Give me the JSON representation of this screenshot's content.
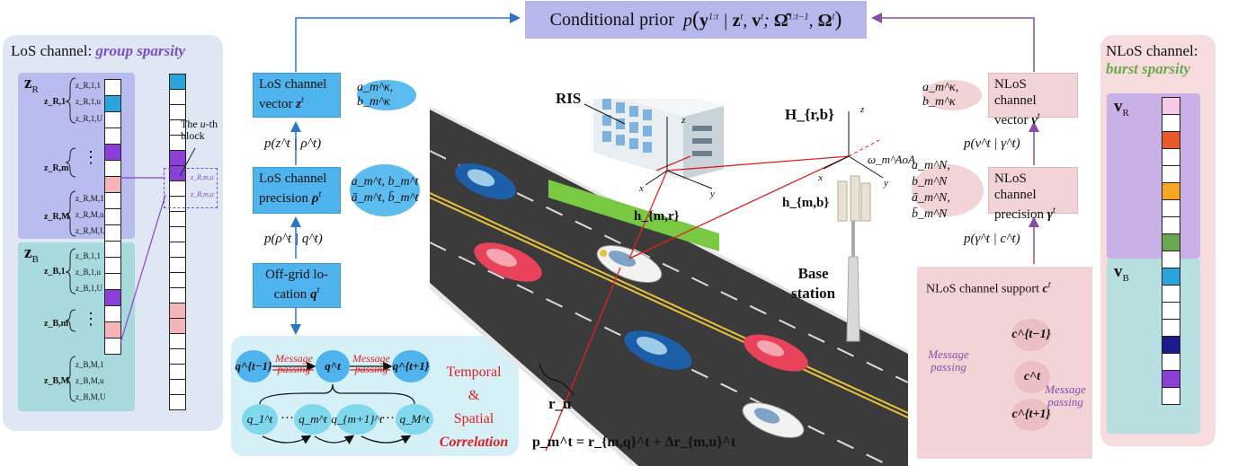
{
  "top_box": {
    "label": "Conditional prior",
    "formula": "p(y^{1:t} | z^t, v^t; Ω̂^{1:t−1}, Ω^t)"
  },
  "los_panel": {
    "title": "LoS channel:",
    "title_emph": "group sparsity",
    "zR": "z",
    "zR_sub": "R",
    "zB": "z",
    "zB_sub": "B",
    "group_labels": [
      "z_R,1",
      "z_R,m",
      "z_R,M",
      "z_B,1",
      "z_B,m",
      "z_B,M"
    ],
    "element_labels": [
      "z_R,1,1",
      "z_R,1,u",
      "z_R,1,U",
      "z_R,M,1",
      "z_R,M,u",
      "z_R,M,U",
      "z_B,1,1",
      "z_B,1,u",
      "z_B,1,U",
      "z_B,M,1",
      "z_B,M,u",
      "z_B,M,U"
    ],
    "vdots": "⋮",
    "block_note_1": "The",
    "block_note_u": "u",
    "block_note_2": "-th",
    "block_note_3": "block",
    "block_elem_1": "z_R,m,u",
    "block_elem_2": "z_B,m,u"
  },
  "los_chain": {
    "vector_box": "LoS channel vector",
    "vector_sym": "z",
    "vector_hyper": "a_m^κ, b_m^κ",
    "cond_1": "p(z^t | ρ^t)",
    "precision_box": "LoS channel precision",
    "precision_sym": "ρ",
    "precision_hyper_1": "a_m^t, b_m^t",
    "precision_hyper_2": "ā_m^t, b̄_m^t",
    "cond_2": "p(ρ^t | q^t)",
    "location_box": "Off-grid lo-cation",
    "location_sym": "q"
  },
  "corr_panel": {
    "nodes_top": [
      "q^{t−1}",
      "q^t",
      "q^{t+1}"
    ],
    "nodes_bottom": [
      "q_1^t",
      "q_m^t",
      "q_{m+1}^t",
      "q_M^t"
    ],
    "ellipsis": "···",
    "message": "Message",
    "passing": "passing",
    "temporal": "Temporal",
    "amp": "&",
    "spatial": "Spatial",
    "correlation": "Correlation"
  },
  "scene": {
    "ris": "RIS",
    "H": "H_{r,b}",
    "h_mb": "h_{m,b}",
    "h_mr": "h_{m,r}",
    "base1": "Base",
    "base2": "station",
    "omega": "ω_m^AoA",
    "r_u": "r_u",
    "position_eq": "p_m^t = r_{m,q}^t + Δr_{m,u}^t",
    "axes": [
      "z",
      "x",
      "y",
      "z",
      "x",
      "y"
    ]
  },
  "nlos_chain": {
    "vector_box": "NLoS channel vector",
    "vector_sym": "v",
    "vector_hyper": "a_m^κ, b_m^κ",
    "cond_1": "p(v^t | γ^t)",
    "precision_box": "NLoS channel precision",
    "precision_sym": "γ",
    "precision_hyper_1": "a_m^N, b_m^N",
    "precision_hyper_2": "ā_m^N, b̄_m^N",
    "cond_2": "p(γ^t | c^t)",
    "support_box": "NLoS channel support",
    "support_sym": "c",
    "support_nodes": [
      "c^{t−1}",
      "c^t",
      "c^{t+1}"
    ],
    "message": "Message",
    "passing": "passing"
  },
  "nlos_panel": {
    "title": "NLoS channel:",
    "title_emph": "burst sparsity",
    "vR": "v",
    "vR_sub": "R",
    "vB": "v",
    "vB_sub": "B"
  },
  "colors": {
    "top_box": "#b6b8ec",
    "los_panel": "#dfe6f4",
    "los_group_R": "#b9bcef",
    "los_group_B": "#a8d9dc",
    "blue_box": "#4fb3ee",
    "pink_box": "#f3d4d6",
    "nlos_panel": "#f6dcdc",
    "nlos_R": "#c9b0e6",
    "nlos_B": "#b8dfe0",
    "cell_blue": "#2aa4dc",
    "cell_purple": "#8b3fd6",
    "cell_pink": "#f4b5b8",
    "red": "#e02020",
    "purple_text": "#7a4ec6",
    "green_text": "#6aa84f"
  },
  "los_right_col": [
    "blue",
    "white",
    "white",
    "white",
    "white",
    "purple",
    "purple",
    "white",
    "white",
    "white",
    "white",
    "white",
    "white",
    "white",
    "white",
    "pink",
    "pink",
    "white",
    "white",
    "white",
    "white",
    "white"
  ],
  "los_left_col": [
    "white",
    "blue",
    "white",
    "white",
    "purple",
    "white",
    "pink",
    "white",
    "white",
    "white",
    "white",
    "white",
    "white",
    "purple",
    "white",
    "pink",
    "white"
  ],
  "nlos_col": [
    "pink_light",
    "white",
    "red_orange",
    "white",
    "white",
    "orange",
    "white",
    "white",
    "green",
    "white",
    "blue",
    "white",
    "white",
    "white",
    "navy",
    "white",
    "purple",
    "white"
  ]
}
